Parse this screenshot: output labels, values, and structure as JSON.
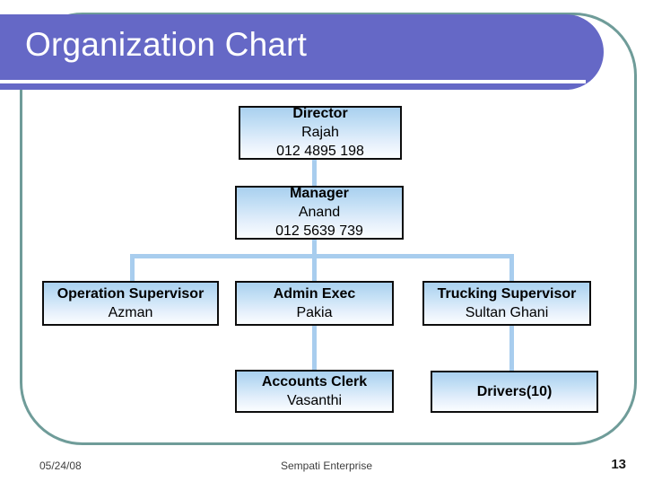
{
  "slide": {
    "title": "Organization Chart",
    "accent_purple": "#6568c6",
    "frame_teal": "#6f9c99",
    "connector_blue": "#a8cdee",
    "box_border": "#0d0d0d"
  },
  "chart_data": {
    "type": "diagram",
    "title": "Organization Chart",
    "nodes": [
      {
        "id": "director",
        "role": "Director",
        "person": "Rajah",
        "phone": "012 4895 198"
      },
      {
        "id": "manager",
        "role": "Manager",
        "person": "Anand",
        "phone": "012 5639 739"
      },
      {
        "id": "operation",
        "role": "Operation Supervisor",
        "person": "Azman",
        "phone": ""
      },
      {
        "id": "admin",
        "role": "Admin Exec",
        "person": "Pakia",
        "phone": ""
      },
      {
        "id": "trucking",
        "role": "Trucking Supervisor",
        "person": "Sultan Ghani",
        "phone": ""
      },
      {
        "id": "accounts",
        "role": "Accounts Clerk",
        "person": "Vasanthi",
        "phone": ""
      },
      {
        "id": "drivers",
        "role": "Drivers(10)",
        "person": "",
        "phone": ""
      }
    ],
    "edges": [
      {
        "from": "director",
        "to": "manager"
      },
      {
        "from": "manager",
        "to": "operation"
      },
      {
        "from": "manager",
        "to": "admin"
      },
      {
        "from": "manager",
        "to": "trucking"
      },
      {
        "from": "admin",
        "to": "accounts"
      },
      {
        "from": "trucking",
        "to": "drivers"
      }
    ]
  },
  "footer": {
    "date": "05/24/08",
    "center": "Sempati Enterprise",
    "page": "13"
  }
}
